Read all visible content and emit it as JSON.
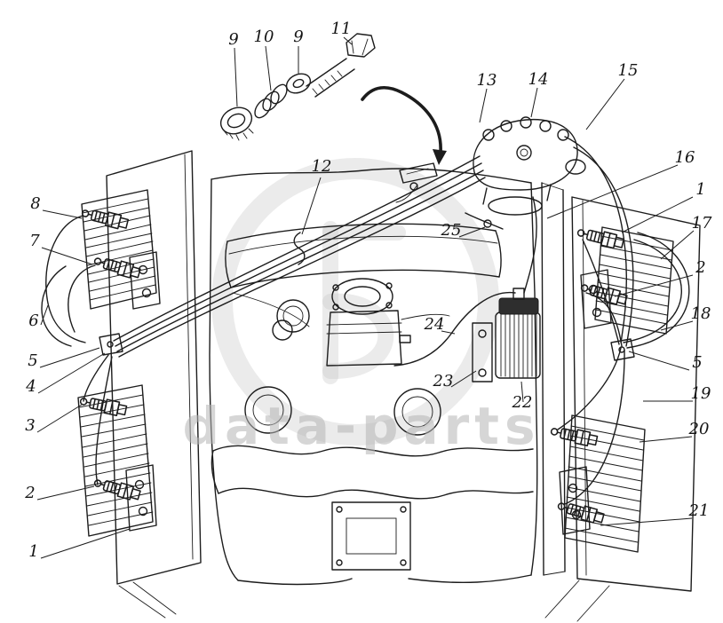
{
  "colors": {
    "paper": "#ffffff",
    "ink": "#1c1c1c",
    "watermark": "#c6c6c6"
  },
  "watermark": {
    "text": "data-parts"
  },
  "callouts": [
    {
      "label": "9"
    },
    {
      "label": "10"
    },
    {
      "label": "9"
    },
    {
      "label": "11"
    },
    {
      "label": "13"
    },
    {
      "label": "14"
    },
    {
      "label": "15"
    },
    {
      "label": "16"
    },
    {
      "label": "1"
    },
    {
      "label": "17"
    },
    {
      "label": "2"
    },
    {
      "label": "18"
    },
    {
      "label": "5"
    },
    {
      "label": "19"
    },
    {
      "label": "20"
    },
    {
      "label": "21"
    },
    {
      "label": "12"
    },
    {
      "label": "25"
    },
    {
      "label": "24"
    },
    {
      "label": "23"
    },
    {
      "label": "22"
    },
    {
      "label": "8"
    },
    {
      "label": "7"
    },
    {
      "label": "6"
    },
    {
      "label": "5"
    },
    {
      "label": "4"
    },
    {
      "label": "3"
    },
    {
      "label": "2"
    },
    {
      "label": "1"
    }
  ]
}
